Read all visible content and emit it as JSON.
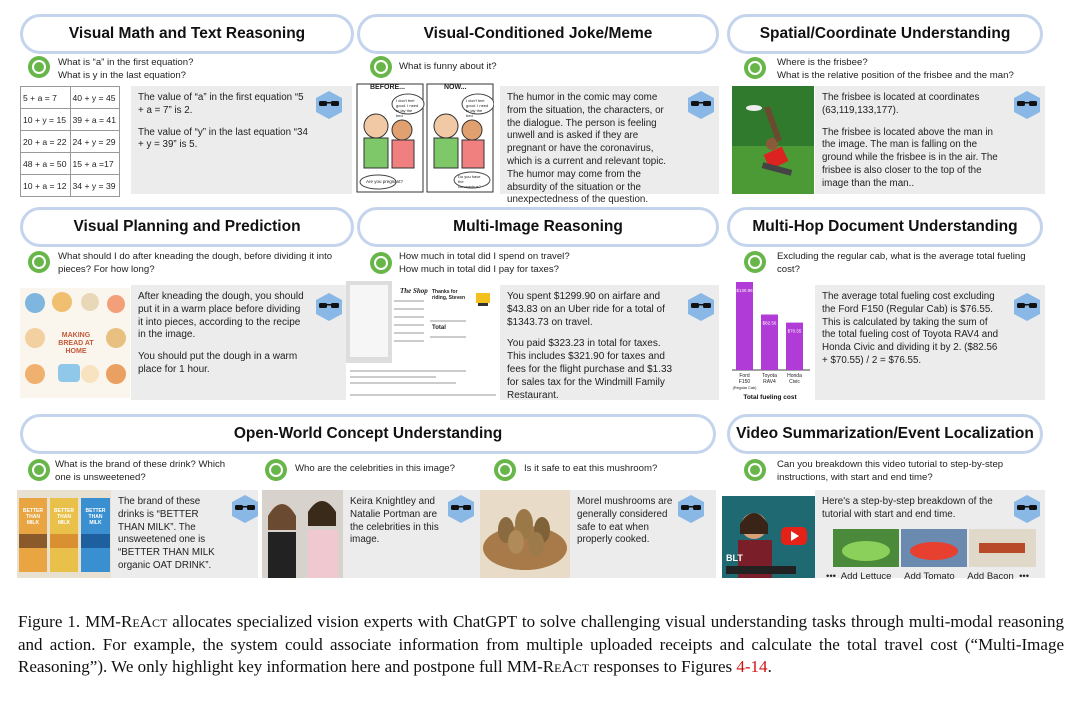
{
  "panels": {
    "math": {
      "title": "Visual Math and Text Reasoning",
      "q1": "What is “a” in the first equation?",
      "q2": "What is y in the last equation?",
      "a1": "The value of “a” in the first equation “5 + a = 7” is 2.",
      "a2": "The value of “y” in the last equation “34 + y = 39” is 5.",
      "table": [
        [
          "5 + a = 7",
          "40 + y = 45"
        ],
        [
          "10 + y = 15",
          "39 + a = 41"
        ],
        [
          "20 + a = 22",
          "24 + y = 29"
        ],
        [
          "48 + a = 50",
          "15 + a =17"
        ],
        [
          "10 + a = 12",
          "34 + y = 39"
        ]
      ]
    },
    "joke": {
      "title": "Visual-Conditioned Joke/Meme",
      "q": "What is funny about it?",
      "a": "The humor in the comic may come from the situation, the characters, or the dialogue. The person is feeling unwell and is asked if they are pregnant or have the coronavirus, which is a current and relevant topic. The humor may come from the absurdity of the situation or the unexpectedness of the question.",
      "before": "BEFORE...",
      "now": "NOW...",
      "b1": "I don't feel good. I need to lay the bed",
      "b2": "Are you pregnant?",
      "n1": "I don't feel good. I need to lay the bed",
      "n2": "Do you have the coronavirus?"
    },
    "spatial": {
      "title": "Spatial/Coordinate Understanding",
      "q1": "Where is the frisbee?",
      "q2": "What is the relative position of the frisbee and the man?",
      "a1": "The frisbee is located at coordinates (63,119,133,177).",
      "a2": "The frisbee is located above the man in the image. The man is falling on the ground while the frisbee is in the air. The frisbee is also closer to the top of the image than the man.."
    },
    "planning": {
      "title": "Visual Planning and Prediction",
      "q": "What should I do after kneading the dough, before dividing it into pieces? For how long?",
      "a1": "After kneading the dough, you should put it in a warm place before dividing it into pieces, according to the recipe in the image.",
      "a2": "You should put the dough in a warm place for 1 hour.",
      "img_text": "MAKING BREAD AT HOME"
    },
    "multi": {
      "title": "Multi-Image Reasoning",
      "q1": "How much in total did I spend on travel?",
      "q2": "How much in total did I pay for taxes?",
      "a1": "You spent $1299.90 on airfare and $43.83 on an Uber ride for a total of $1343.73 on travel.",
      "a2": "You paid $323.23 in total for taxes. This includes $321.90 for taxes and fees for the flight purchase and $1.33 for sales tax for the Windmill Family Restaurant.",
      "receipt1": "The Shop",
      "receipt2": "Thanks for riding, Steven",
      "receipt3": "Total"
    },
    "hop": {
      "title": "Multi-Hop Document Understanding",
      "q": "Excluding the regular cab, what is the average total fueling cost?",
      "a": "The average total fueling cost excluding the Ford F150 (Regular Cab) is $76.55. This is calculated by taking the sum of the total fueling cost of Toyota RAV4 and Honda Civic and dividing it by 2. ($82.56 + $70.55) / 2 = $76.55."
    },
    "concept": {
      "title": "Open-World Concept Understanding",
      "q1": "What is the brand of these drink? Which one is unsweetened?",
      "a1": "The brand of these drinks is “BETTER THAN MILK”. The unsweetened one is “BETTER THAN MILK organic OAT DRINK”.",
      "q2": "Who are the celebrities in this image?",
      "a2": "Keira Knightley and Natalie Portman are the celebrities in this image.",
      "q3": "Is it safe to eat this mushroom?",
      "a3": "Morel mushrooms are generally considered safe to eat when properly cooked.",
      "carton": "BETTER THAN MILK"
    },
    "video": {
      "title": "Video Summarization/Event Localization",
      "q": "Can you breakdown this video tutorial to step-by-step instructions, with start and end time?",
      "a": "Here's a step-by-step breakdown of the tutorial with start and end time.",
      "steps": "•••  Add Lettuce     Add Tomato     Add Bacon  •••",
      "blt": "BLT"
    }
  },
  "chart_data": {
    "type": "bar",
    "categories": [
      "Ford F150 (Regular Cab)",
      "Toyota RAV4",
      "Honda Civic"
    ],
    "values": [
      130.96,
      82.56,
      70.55
    ],
    "value_labels": [
      "$130.96",
      "$82.56",
      "$70.55"
    ],
    "xlabel": "Total fueling cost",
    "ylabel": "",
    "color": "#b13bd6"
  },
  "caption": {
    "lead": "Figure 1. MM-R",
    "sc": "e",
    "lead2": "A",
    "sc2": "ct",
    "body": " allocates specialized vision experts with ChatGPT to solve challenging visual understanding tasks through multi-modal reasoning and action. For example, the system could associate information from multiple uploaded receipts and calculate the total travel cost (“Multi-Image Reasoning”). We only highlight key information here and postpone full MM-R",
    "tail_sc": "e",
    "tail_a": "A",
    "tail_sc2": "ct",
    "tail": " responses to Figures ",
    "ref": "4-14",
    "end": "."
  }
}
